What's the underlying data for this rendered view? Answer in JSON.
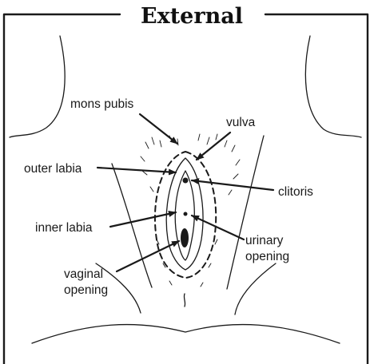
{
  "figure": {
    "title": "External",
    "labels": {
      "mons_pubis": "mons pubis",
      "vulva": "vulva",
      "outer_labia": "outer labia",
      "clitoris": "clitoris",
      "inner_labia": "inner labia",
      "urinary_opening_line1": "urinary",
      "urinary_opening_line2": "opening",
      "vaginal_opening_line1": "vaginal",
      "vaginal_opening_line2": "opening"
    }
  }
}
